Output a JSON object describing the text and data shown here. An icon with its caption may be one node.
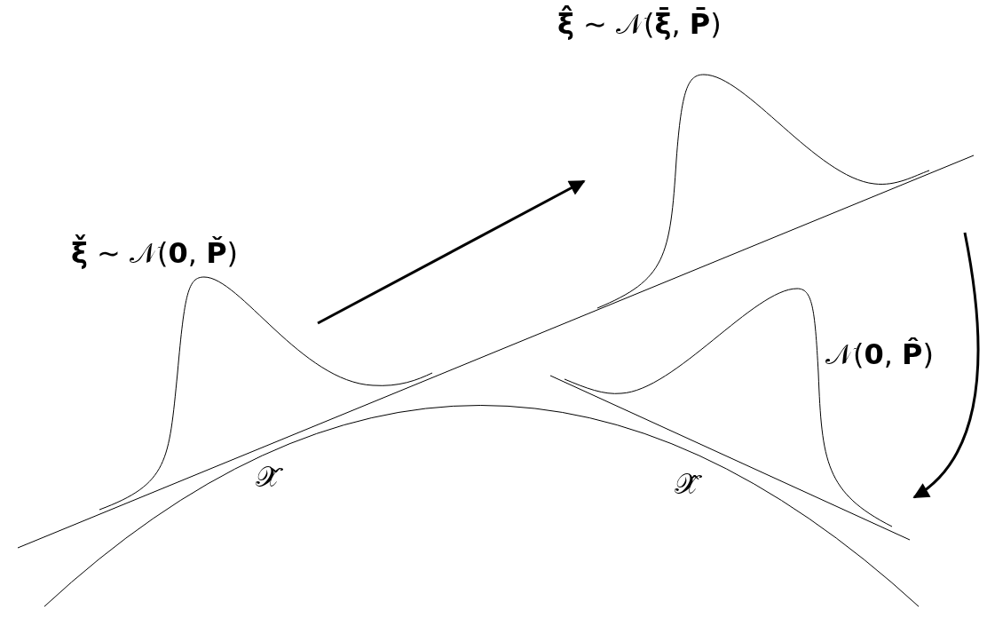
{
  "diagram": {
    "labels": [
      "**ξ̂** ∼ 𝒩(**ξ̄**, **P̄**)",
      "**ξ̌** ∼ 𝒩(**0**, **P̌**)",
      "𝒩(**0**, **P̂**)",
      "𝒳̌",
      "𝒳̂"
    ]
  }
}
